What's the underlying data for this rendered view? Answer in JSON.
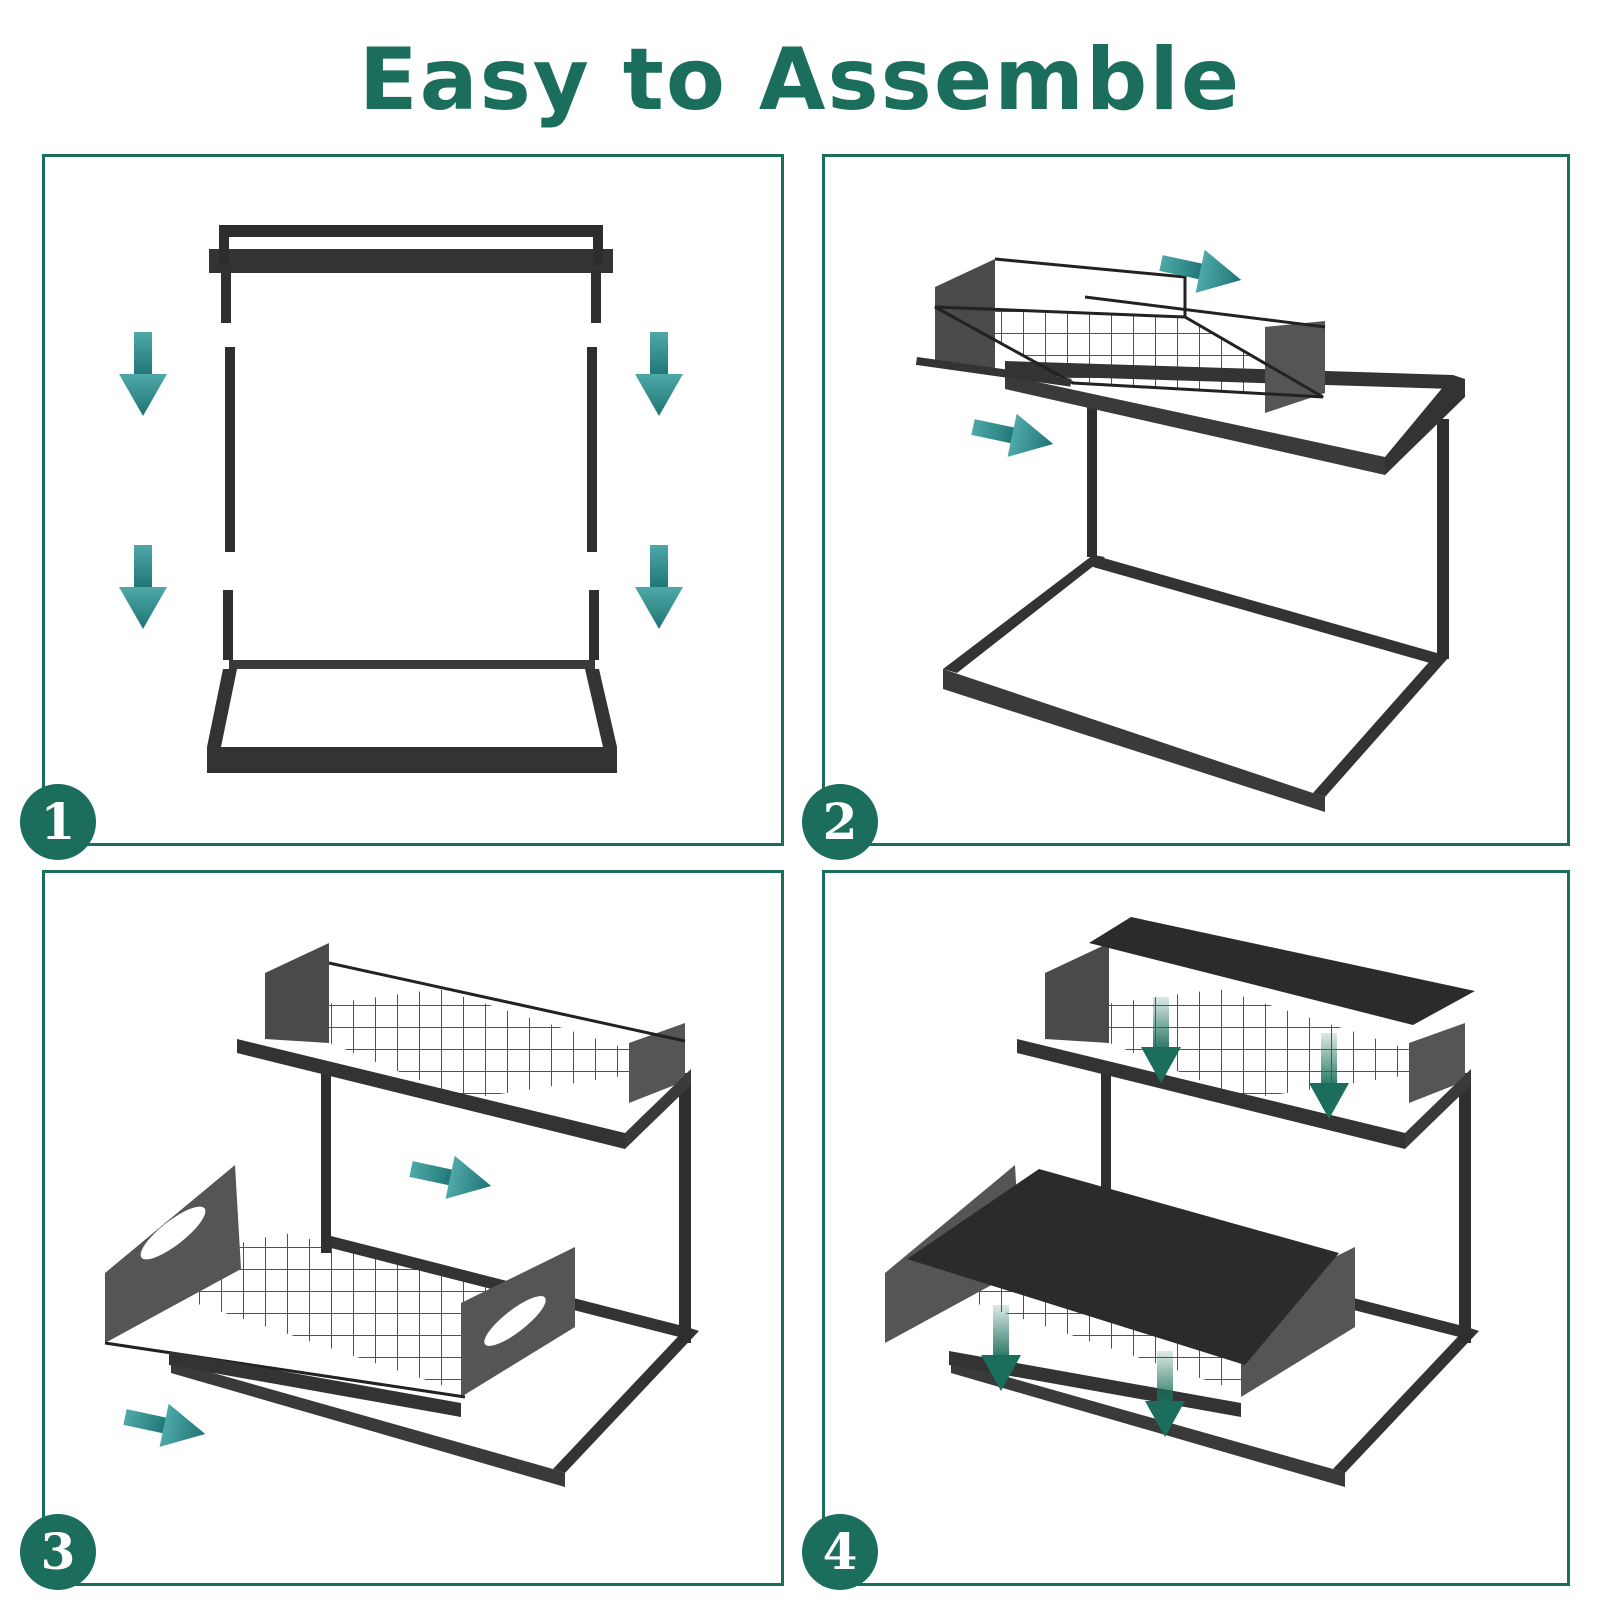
{
  "title": "Easy to Assemble",
  "colors": {
    "accent": "#1a6e5b",
    "arrow": "#2e8f92",
    "frame": "#3a3a3a",
    "mat": "#2b2b2b"
  },
  "steps": [
    {
      "number": "1",
      "arrows": [
        "down-arrow-icon",
        "down-arrow-icon",
        "down-arrow-icon",
        "down-arrow-icon"
      ]
    },
    {
      "number": "2",
      "arrows": [
        "right-arrow-icon",
        "right-arrow-icon"
      ]
    },
    {
      "number": "3",
      "arrows": [
        "right-arrow-icon",
        "right-arrow-icon"
      ]
    },
    {
      "number": "4",
      "arrows": [
        "down-arrow-icon",
        "down-arrow-icon",
        "down-arrow-icon",
        "down-arrow-icon"
      ]
    }
  ]
}
